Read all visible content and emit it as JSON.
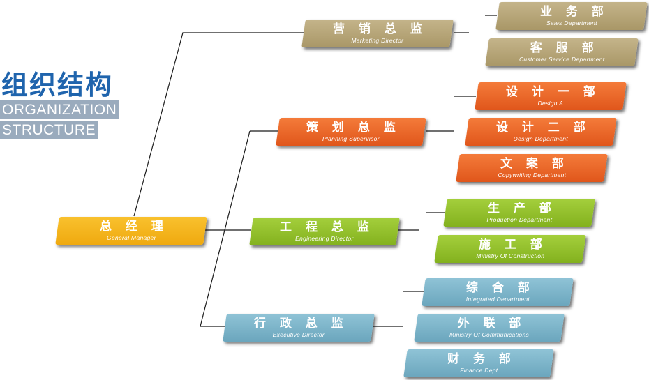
{
  "title": {
    "cn": "组织结构",
    "en_line1": "ORGANIZATION",
    "en_line2": "STRUCTURE"
  },
  "root": {
    "cn": "总 经 理",
    "en": "General Manager"
  },
  "directors": [
    {
      "cn": "营 销 总 监",
      "en": "Marketing Director",
      "departments": [
        {
          "cn": "业 务 部",
          "en": "Sales Department"
        },
        {
          "cn": "客 服 部",
          "en": "Customer Service Department"
        }
      ]
    },
    {
      "cn": "策 划 总 监",
      "en": "Planning Supervisor",
      "departments": [
        {
          "cn": "设 计 一 部",
          "en": "Design A"
        },
        {
          "cn": "设 计 二 部",
          "en": "Design Department"
        },
        {
          "cn": "文 案 部",
          "en": "Copywriting Department"
        }
      ]
    },
    {
      "cn": "工 程 总 监",
      "en": "Engineering Director",
      "departments": [
        {
          "cn": "生 产 部",
          "en": "Production Department"
        },
        {
          "cn": "施 工 部",
          "en": "Ministry Of Construction"
        }
      ]
    },
    {
      "cn": "行 政 总 监",
      "en": "Executive Director",
      "departments": [
        {
          "cn": "综 合 部",
          "en": "Integrated Department"
        },
        {
          "cn": "外 联 部",
          "en": "Ministry Of Communications"
        },
        {
          "cn": "财 务 部",
          "en": "Finance Dept"
        }
      ]
    }
  ]
}
